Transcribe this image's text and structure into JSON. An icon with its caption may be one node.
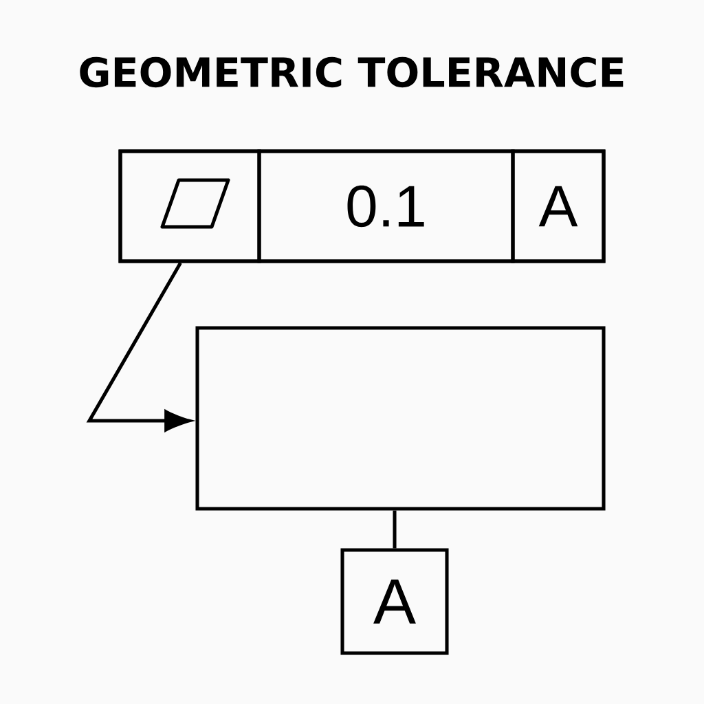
{
  "diagram": {
    "title": "GEOMETRIC TOLERANCE",
    "nodes": [
      {
        "text": [],
        "shape": "box"
      },
      {
        "text": [],
        "shape": "box",
        "in": 0
      },
      {
        "text": [
          "0.1"
        ],
        "in": 0
      },
      {
        "text": [
          "A"
        ],
        "in": 0
      },
      {
        "text": [],
        "shape": "box"
      },
      {
        "text": [
          "A"
        ]
      }
    ],
    "edges": [
      {
        "from": 1,
        "to": 4,
        "arrow": "to"
      },
      {
        "from": 4,
        "to": 5,
        "arrow": "none"
      }
    ]
  }
}
